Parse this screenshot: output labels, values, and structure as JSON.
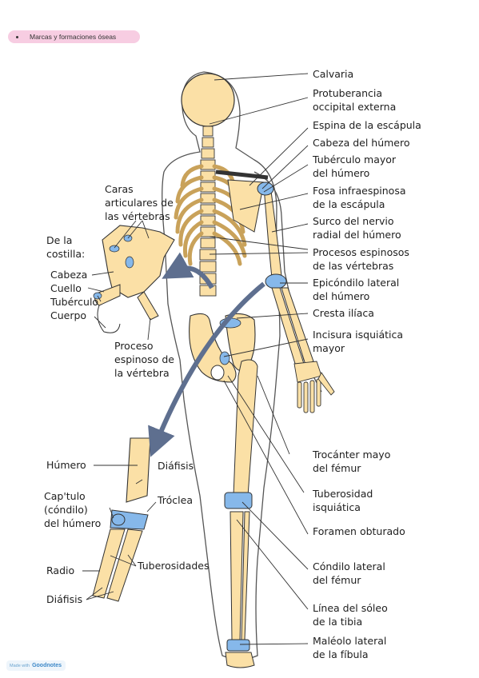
{
  "header": {
    "bullet": "•",
    "title": "Marcas y formaciones óseas"
  },
  "labels": {
    "calvaria": "Calvaria",
    "protuberancia_1": "Protuberancia",
    "protuberancia_2": "occipital externa",
    "espina": "Espina de la escápula",
    "cabeza_humero": "Cabeza del húmero",
    "tuberculo_mayor_1": "Tubérculo mayor",
    "tuberculo_mayor_2": "del húmero",
    "fosa_1": "Fosa infraespinosa",
    "fosa_2": "de la escápula",
    "surco_1": "Surco del nervio",
    "surco_2": "radial del húmero",
    "procesos_1": "Procesos espinosos",
    "procesos_2": "de las vértebras",
    "epicondilo_1": "Epicóndilo lateral",
    "epicondilo_2": "del húmero",
    "cresta": "Cresta ilíaca",
    "incisura_1": "Incisura isquiática",
    "incisura_2": "mayor",
    "trocanter_1": "Trocánter mayo",
    "trocanter_2": "del fémur",
    "tuberosidad_1": "Tuberosidad",
    "tuberosidad_2": "isquiática",
    "foramen": "Foramen obturado",
    "condilo_1": "Cóndilo lateral",
    "condilo_2": "del fémur",
    "linea_1": "Línea del sóleo",
    "linea_2": "de la tibia",
    "maleolo_1": "Maléolo lateral",
    "maleolo_2": "de la fíbula",
    "caras_1": "Caras",
    "caras_2": "articulares de",
    "caras_3": "las vértebras",
    "dela_1": "De la",
    "dela_2": "costilla:",
    "cabeza": "Cabeza",
    "cuello": "Cuello",
    "tuberculo": "Tubérculo",
    "cuerpo": "Cuerpo",
    "proceso_1": "Proceso",
    "proceso_2": "espinoso de",
    "proceso_3": "la vértebra",
    "humero": "Húmero",
    "diafisis_top": "Diáfisis",
    "troclea": "Tróclea",
    "capitulo_1": "Cap'tulo",
    "capitulo_2": "(cóndilo)",
    "capitulo_3": "del húmero",
    "tuberosidades": "Tuberosidades",
    "radio": "Radio",
    "diafisis_bottom": "Diáfisis"
  },
  "footer": {
    "prefix": "Made with",
    "brand": "Goodnotes"
  },
  "colors": {
    "bone": "#fbe0a6",
    "outline": "#333333",
    "highlight": "#86b8ea",
    "arrow": "#5e6f8f",
    "pill": "#f7cde2"
  }
}
